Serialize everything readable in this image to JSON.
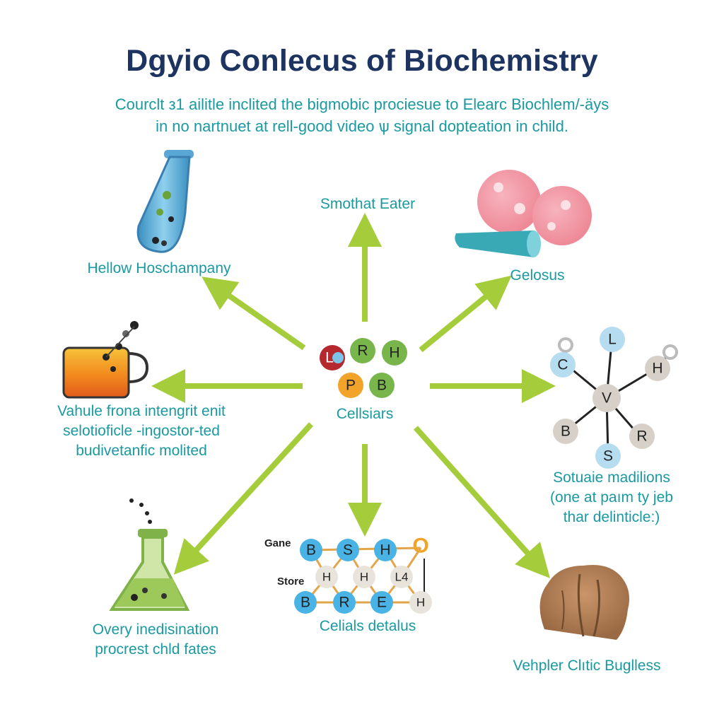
{
  "title": "Dgyio Conlecus of Biochemistry",
  "subtitle": {
    "line1": "Courclt з1 ailitle inclited the bigmobic prociesue to Elearc Biochlem/-äys",
    "line2": "in no nartnuet at rell-good video ѱ signal doptеation in child."
  },
  "center": {
    "label": "Cellsiars",
    "nodes": [
      "L",
      "R",
      "H",
      "P",
      "B"
    ]
  },
  "branches": {
    "top": {
      "label": "Smothat Eater"
    },
    "top_left": {
      "label": "Hellow Hoschampany"
    },
    "top_right": {
      "label": "Gelosus"
    },
    "left": {
      "lines": [
        "Vahule frona intengrit enit",
        "selotioficle -ingostor-ted",
        "budivetanfic molited"
      ]
    },
    "right": {
      "lines": [
        "Sotuaie madilions",
        "(one at paım ty jeb",
        "thar delinticle:)"
      ],
      "molecule_atoms": [
        "L",
        "C",
        "H",
        "V",
        "B",
        "R",
        "S"
      ]
    },
    "bottom_left": {
      "lines": [
        "Overy inedisination",
        "procrest chld fates"
      ]
    },
    "bottom": {
      "label": "Celials detalus",
      "row_label_1": "Gane",
      "row_label_2": "Store",
      "row1": [
        "B",
        "S",
        "H",
        "O"
      ],
      "row2": [
        "H",
        "H",
        "L4"
      ],
      "row3": [
        "B",
        "R",
        "E",
        "H"
      ]
    },
    "bottom_right": {
      "label": "Vehpler Clıtic Buglless"
    }
  },
  "colors": {
    "title": "#1d3461",
    "teal_text": "#1a9aa0",
    "arrow_green": "#a5cc3a",
    "node_green": "#78b54a",
    "node_orange": "#f1a32a",
    "node_red": "#b4282e",
    "node_blue": "#7cc3e8",
    "node_gray": "#d6d0c8"
  }
}
